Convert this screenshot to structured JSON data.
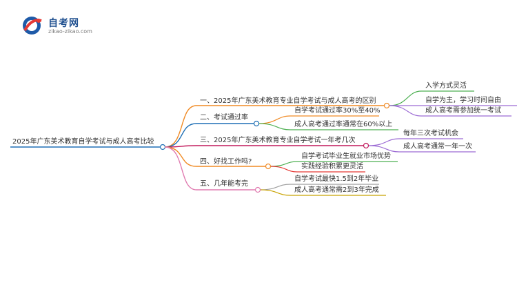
{
  "logo": {
    "title": "自考网",
    "subtitle": "zikao-zikao.com"
  },
  "root": {
    "label": "2025年广东美术教育自学考试与成人高考比较"
  },
  "branches": [
    {
      "label": "一、2025年广东美术教育专业自学考试与成人高考的区别",
      "color": "#f08a24",
      "children": [
        "入学方式灵活",
        "自学为主，学习时间自由",
        "成人高考需参加统一考试"
      ],
      "child_colors": [
        "#4caf50",
        "#9c6bd4",
        "#9c6bd4"
      ]
    },
    {
      "label": "二、考试通过率",
      "color": "#1f6fb5",
      "children": [
        "自学考试通过率30%至40%",
        "成人高考通过率通常在60%以上"
      ],
      "child_colors": [
        "#f08a24",
        "#4caf50"
      ]
    },
    {
      "label": "三、2025年广东美术教育专业自学考试一年考几次",
      "color": "#c2185b",
      "children": [
        "每年三次考试机会",
        "成人高考通常一年一次"
      ],
      "child_colors": [
        "#9c6bd4",
        "#9c6bd4"
      ]
    },
    {
      "label": "四、好找工作吗?",
      "color": "#f08a24",
      "children": [
        "自学考试毕业生就业市场优势",
        "实践经验积累更灵活"
      ],
      "child_colors": [
        "#4caf50",
        "#e53935"
      ]
    },
    {
      "label": "五、几年能考完",
      "color": "#e07bb0",
      "children": [
        "自学考试最快1.5到2年毕业",
        "成人高考通常需2到3年完成"
      ],
      "child_colors": [
        "#9e9e9e",
        "#c8a200"
      ]
    }
  ]
}
